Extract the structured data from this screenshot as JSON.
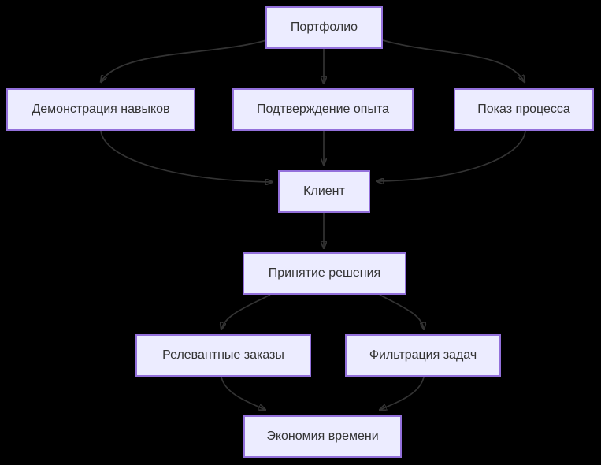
{
  "diagram": {
    "type": "flowchart",
    "direction": "top-down",
    "colors": {
      "background": "#000000",
      "node_fill": "#ECECFF",
      "node_border": "#9370DB",
      "edge_color": "#333333",
      "text_color": "#333333"
    },
    "nodes": {
      "portfolio": {
        "label": "Портфолио"
      },
      "skills": {
        "label": "Демонстрация навыков"
      },
      "experience": {
        "label": "Подтверждение опыта"
      },
      "process": {
        "label": "Показ процесса"
      },
      "client": {
        "label": "Клиент"
      },
      "decision": {
        "label": "Принятие решения"
      },
      "orders": {
        "label": "Релевантные заказы"
      },
      "filtering": {
        "label": "Фильтрация задач"
      },
      "savings": {
        "label": "Экономия времени"
      }
    },
    "edges": [
      {
        "from": "Портфолио",
        "to": "Демонстрация навыков"
      },
      {
        "from": "Портфолио",
        "to": "Подтверждение опыта"
      },
      {
        "from": "Портфолио",
        "to": "Показ процесса"
      },
      {
        "from": "Демонстрация навыков",
        "to": "Клиент"
      },
      {
        "from": "Подтверждение опыта",
        "to": "Клиент"
      },
      {
        "from": "Показ процесса",
        "to": "Клиент"
      },
      {
        "from": "Клиент",
        "to": "Принятие решения"
      },
      {
        "from": "Принятие решения",
        "to": "Релевантные заказы"
      },
      {
        "from": "Принятие решения",
        "to": "Фильтрация задач"
      },
      {
        "from": "Релевантные заказы",
        "to": "Экономия времени"
      },
      {
        "from": "Фильтрация задач",
        "to": "Экономия времени"
      }
    ]
  }
}
